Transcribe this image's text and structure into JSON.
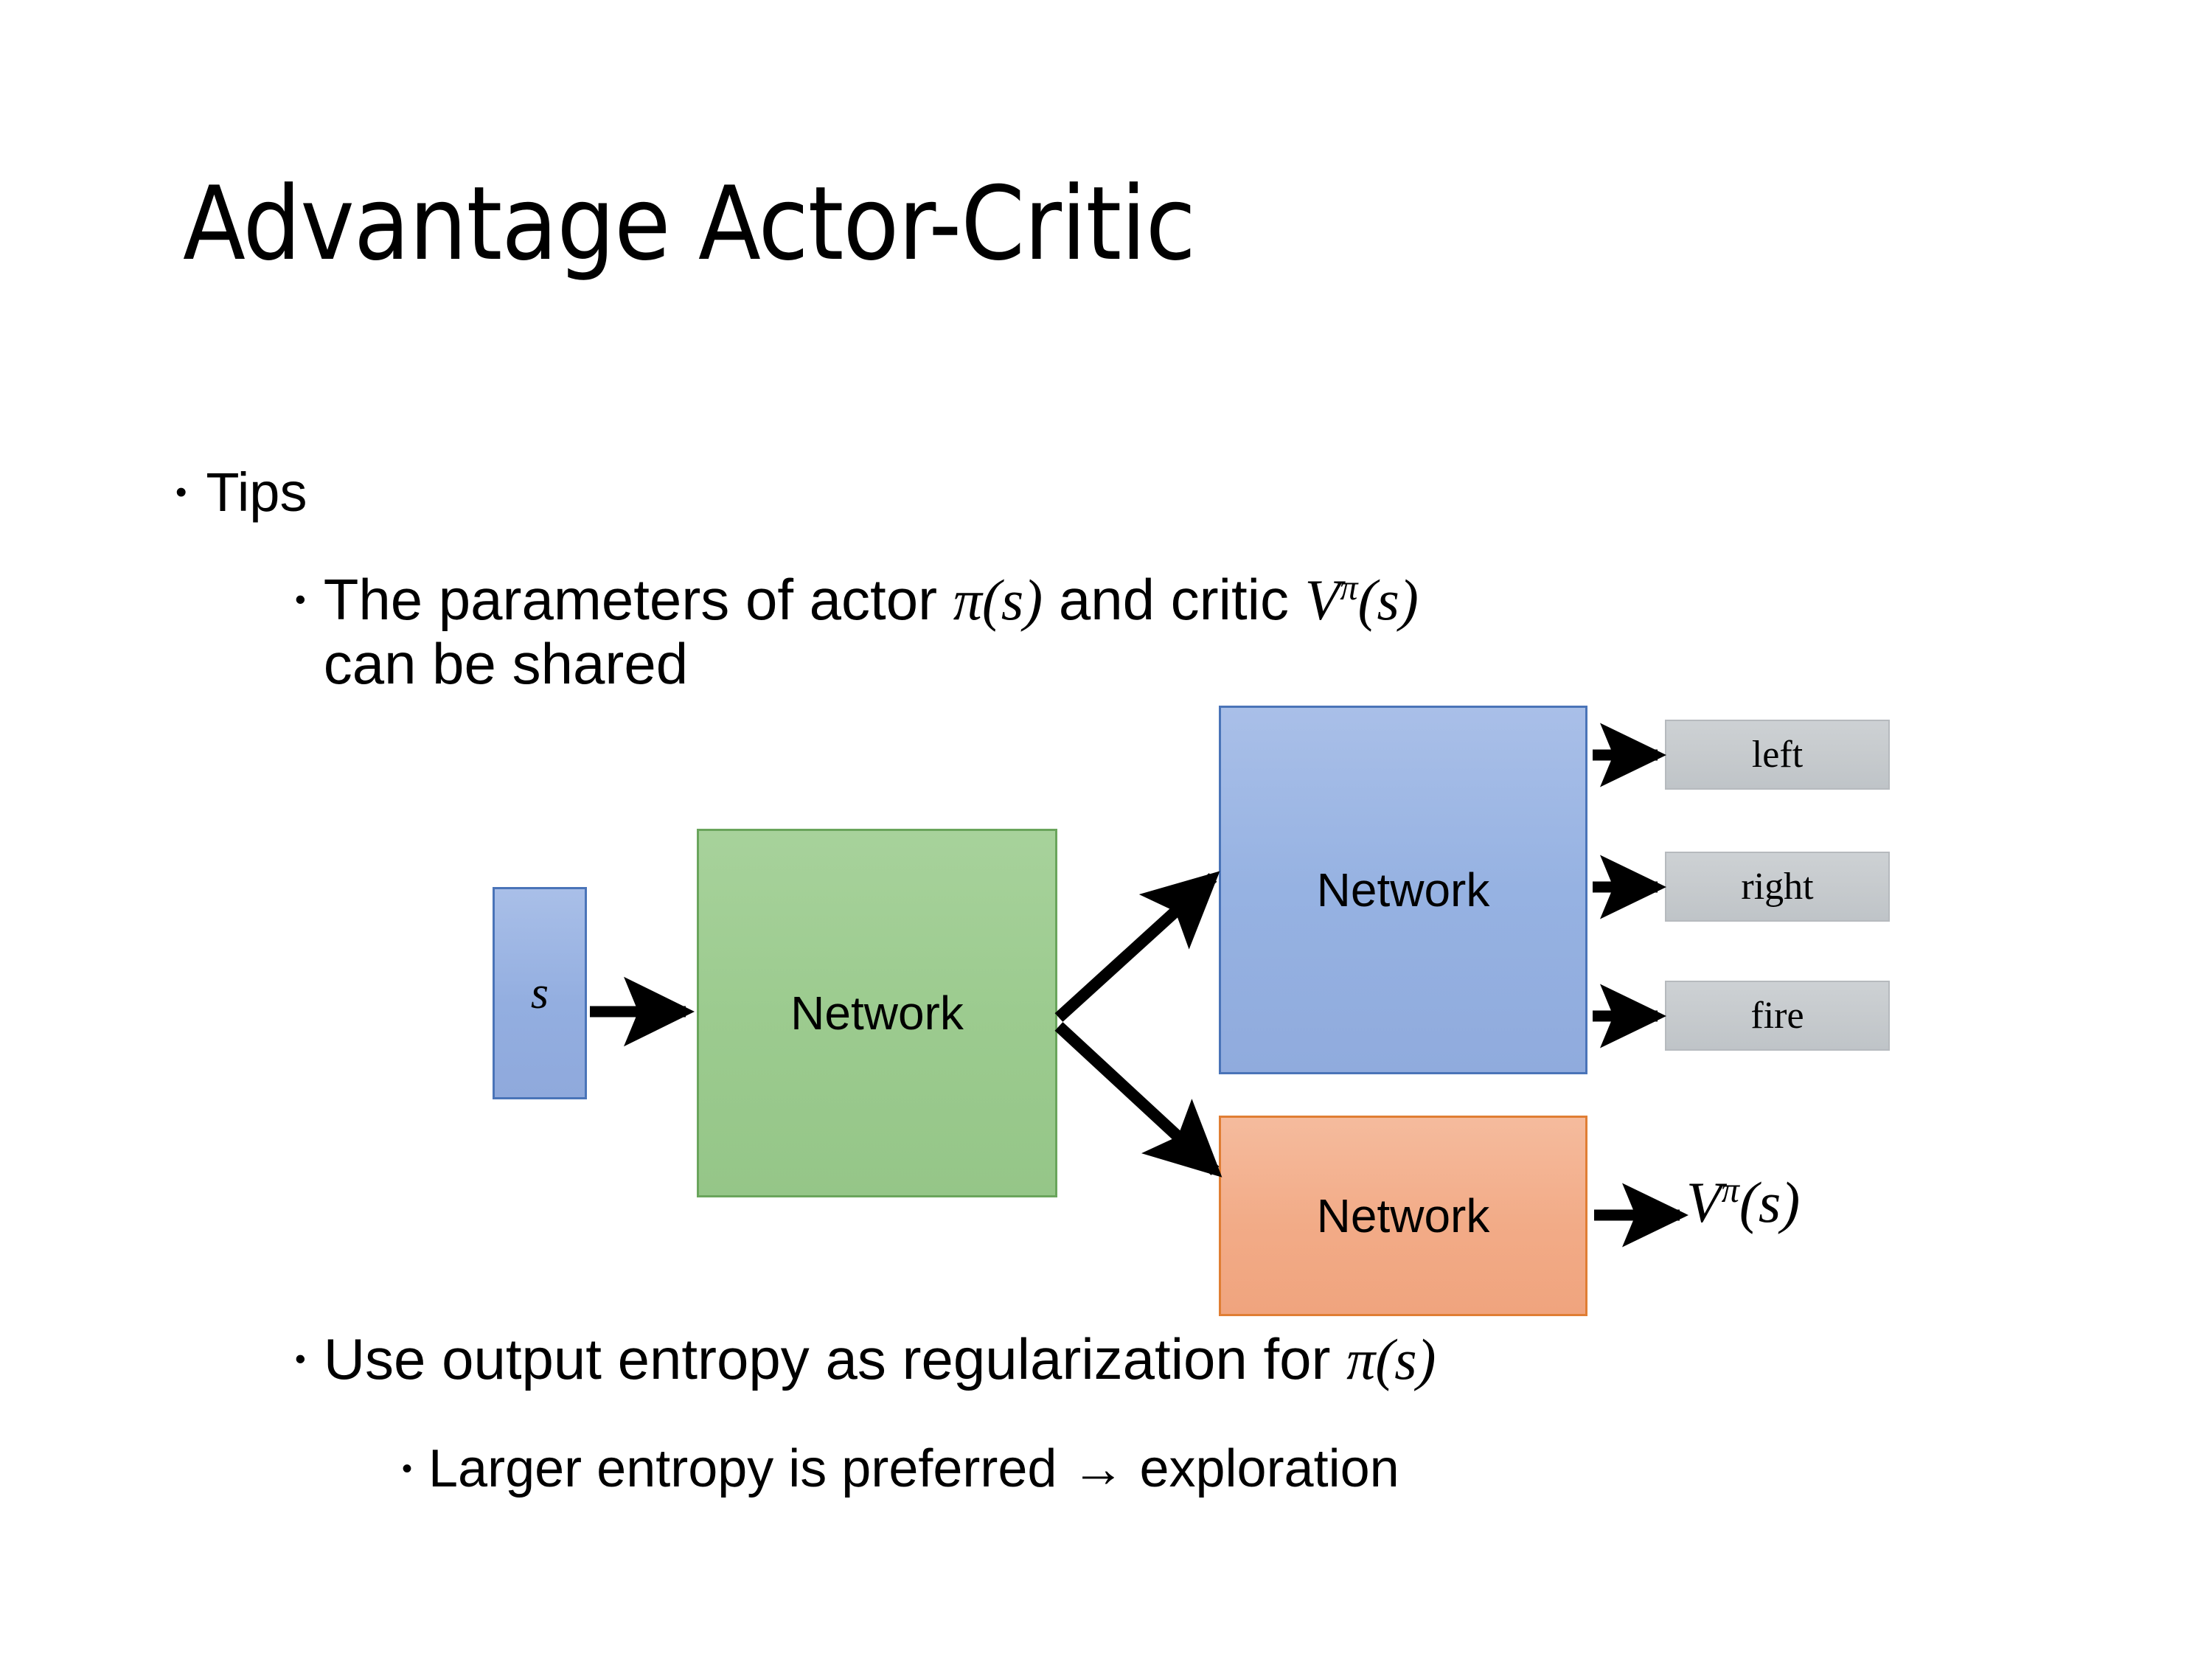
{
  "slide": {
    "title": "Advantage Actor-Critic",
    "background_color": "#ffffff",
    "text_color": "#000000"
  },
  "bullets": {
    "tips": "Tips",
    "shared_params_line1_pre": "The parameters of actor ",
    "shared_params_actor_symbol": "π(s)",
    "shared_params_line1_mid": "  and critic ",
    "shared_params_critic_symbol_base": "V",
    "shared_params_critic_symbol_sup": "π",
    "shared_params_critic_symbol_arg": "(s)",
    "shared_params_line2": "can be shared",
    "entropy_pre": "Use output entropy as regularization for ",
    "entropy_symbol": "π(s)",
    "exploration": "Larger entropy is preferred → exploration"
  },
  "diagram": {
    "state_box_label": "s",
    "shared_network_label": "Network",
    "actor_network_label": "Network",
    "critic_network_label": "Network",
    "action_outputs": [
      "left",
      "right",
      "fire"
    ],
    "critic_output_base": "V",
    "critic_output_sup": "π",
    "critic_output_arg": "(s)",
    "colors": {
      "state_fill": "#93aee0",
      "state_border": "#4a74b8",
      "shared_fill": "#9ccb8f",
      "shared_border": "#6aa55c",
      "actor_fill": "#96b2e2",
      "actor_border": "#4a74b8",
      "critic_fill": "#f2ab87",
      "critic_border": "#e07e34",
      "output_fill": "#c6cacd",
      "output_border": "#b6babe",
      "arrow_color": "#000000"
    }
  }
}
